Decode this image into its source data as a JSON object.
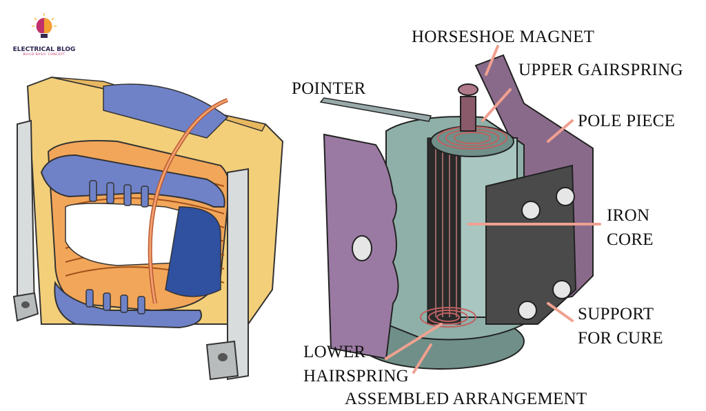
{
  "logo": {
    "title": "ELECTRICAL BLOG",
    "tagline": "BUILD BASIC CONCEPT"
  },
  "labels": {
    "horseshoe_magnet": "HORSESHOE MAGNET",
    "upper_hairspring": "UPPER GAIRSPRING",
    "pointer": "POINTER",
    "pole_piece": "POLE PIECE",
    "iron_core_1": "IRON",
    "iron_core_2": "CORE",
    "support_1": "SUPPORT",
    "support_2": "FOR CURE",
    "lower_1": "LOWER",
    "lower_2": "HAIRSPRING",
    "caption": "ASSEMBLED ARRANGEMENT"
  },
  "colors": {
    "leader": "#f0a090",
    "magnet": "#8a6a8a",
    "core": "#8fb0a8",
    "coil": "#e08a40",
    "bobbin": "#5a6fc0",
    "frame": "#f3cf7a"
  }
}
